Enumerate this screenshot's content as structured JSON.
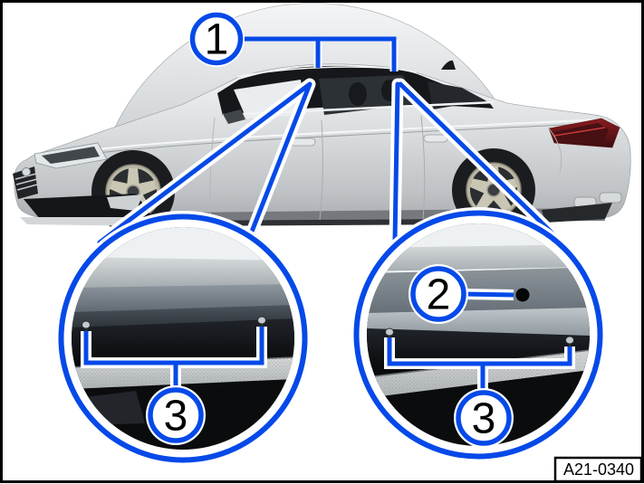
{
  "figure": {
    "code": "A21-0340",
    "callouts": {
      "one": "1",
      "two": "2",
      "three_left": "3",
      "three_right": "3"
    },
    "colors": {
      "accent_blue": "#0549e8",
      "frame_black": "#000000",
      "car_silver": "#d3d7d9",
      "hole_black": "#050606"
    }
  }
}
